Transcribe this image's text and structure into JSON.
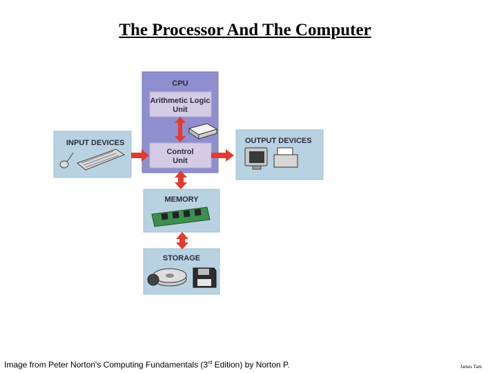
{
  "slide": {
    "title": "The Processor And The Computer"
  },
  "diagram": {
    "cpu_label": "CPU",
    "alu_label_line1": "Arithmetic Logic",
    "alu_label_line2": "Unit",
    "control_label_line1": "Control",
    "control_label_line2": "Unit",
    "input_label": "INPUT DEVICES",
    "output_label": "OUTPUT DEVICES",
    "memory_label": "MEMORY",
    "storage_label": "STORAGE"
  },
  "caption": {
    "pre": "Image from Peter Norton's Computing Fundamentals (3",
    "sup": "rd",
    "post": " Edition) by Norton P."
  },
  "author": "James Tam",
  "colors": {
    "cpu_panel": "#8f8fcf",
    "unit_box": "#d3cce4",
    "side_panel": "#b8d2e2",
    "arrow_red": "#e23b2e"
  }
}
